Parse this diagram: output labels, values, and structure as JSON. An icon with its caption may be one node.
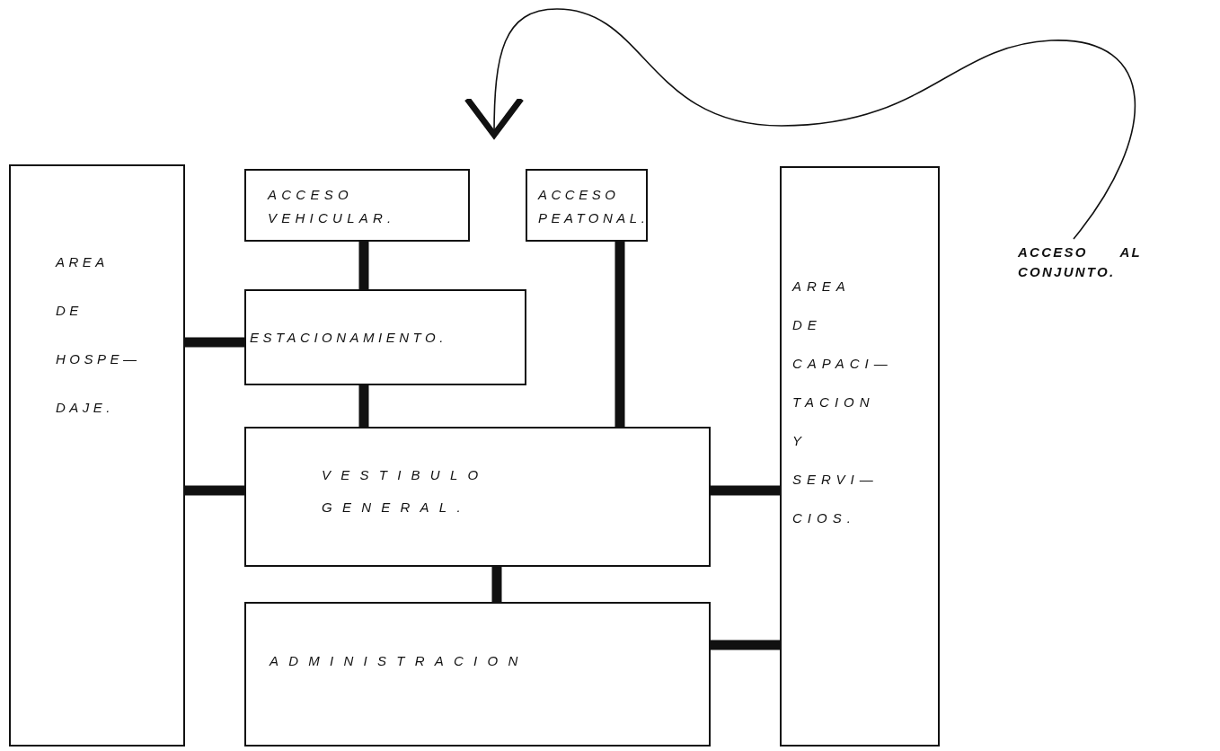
{
  "diagram": {
    "nodes": [
      {
        "text": [
          "AREA DE HOSPE— DAJE."
        ]
      },
      {
        "text": [
          "ACCESO VEHICULAR."
        ]
      },
      {
        "text": [
          "ACCESO PEATONAL."
        ]
      },
      {
        "text": [
          "ESTACIONAMIENTO."
        ]
      },
      {
        "text": [
          "VESTIBULO GENERAL."
        ]
      },
      {
        "text": [
          "ADMINISTRACION"
        ]
      },
      {
        "text": [
          "AREA DE CAPACI— TACION Y SERVI— CIOS."
        ]
      },
      {
        "text": [
          "ACCESO AL CONJUNTO."
        ]
      }
    ],
    "edges": [
      {
        "from": 1,
        "to": 3,
        "arrow": "none"
      },
      {
        "from": 0,
        "to": 3,
        "arrow": "none"
      },
      {
        "from": 3,
        "to": 4,
        "arrow": "none"
      },
      {
        "from": 2,
        "to": 4,
        "arrow": "none"
      },
      {
        "from": 0,
        "to": 4,
        "arrow": "none"
      },
      {
        "from": 4,
        "to": 5,
        "arrow": "none"
      },
      {
        "from": 4,
        "to": 6,
        "arrow": "none"
      },
      {
        "from": 5,
        "to": 6,
        "arrow": "none"
      },
      {
        "from": 7,
        "to": null,
        "arrow": "to"
      }
    ]
  }
}
